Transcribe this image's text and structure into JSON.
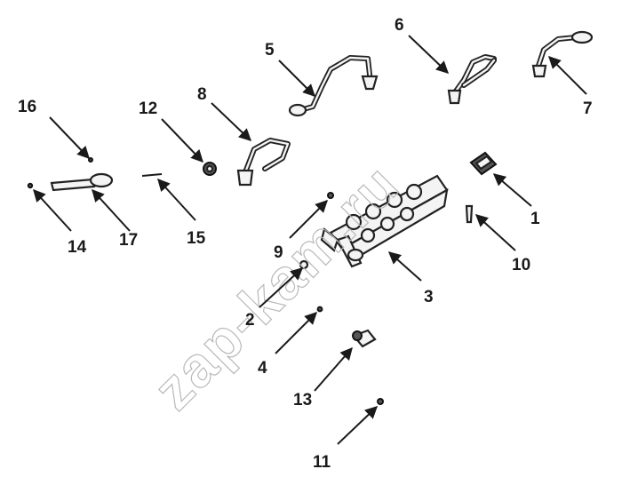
{
  "watermark": "zap-kam.ru",
  "callouts": [
    {
      "id": "1",
      "label": "1"
    },
    {
      "id": "2",
      "label": "2"
    },
    {
      "id": "3",
      "label": "3"
    },
    {
      "id": "4",
      "label": "4"
    },
    {
      "id": "5",
      "label": "5"
    },
    {
      "id": "6",
      "label": "6"
    },
    {
      "id": "7",
      "label": "7"
    },
    {
      "id": "8",
      "label": "8"
    },
    {
      "id": "9",
      "label": "9"
    },
    {
      "id": "10",
      "label": "10"
    },
    {
      "id": "11",
      "label": "11"
    },
    {
      "id": "12",
      "label": "12"
    },
    {
      "id": "13",
      "label": "13"
    },
    {
      "id": "14",
      "label": "14"
    },
    {
      "id": "15",
      "label": "15"
    },
    {
      "id": "16",
      "label": "16"
    },
    {
      "id": "17",
      "label": "17"
    }
  ]
}
